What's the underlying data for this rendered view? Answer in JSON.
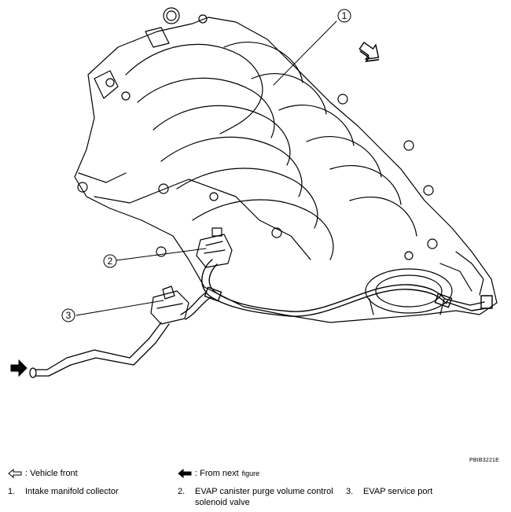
{
  "figure_code": "PBIB3221E",
  "callouts": [
    "1",
    "2",
    "3"
  ],
  "legend": {
    "vehicle_front": ": Vehicle front",
    "from_next": ": From next",
    "from_next_suffix": "figure"
  },
  "items": [
    {
      "num": "1.",
      "text": "Intake manifold collector"
    },
    {
      "num": "2.",
      "text_line1": "EVAP canister purge volume control",
      "text_line2": "solenoid valve"
    },
    {
      "num": "3.",
      "text": "EVAP service port"
    }
  ],
  "icons": {
    "vehicle_front": "hollow-arrow-left-icon",
    "from_next": "solid-arrow-left-icon",
    "front_indicator": "hollow-arrow-down-right-icon",
    "flow_arrow": "solid-arrow-right-icon"
  }
}
